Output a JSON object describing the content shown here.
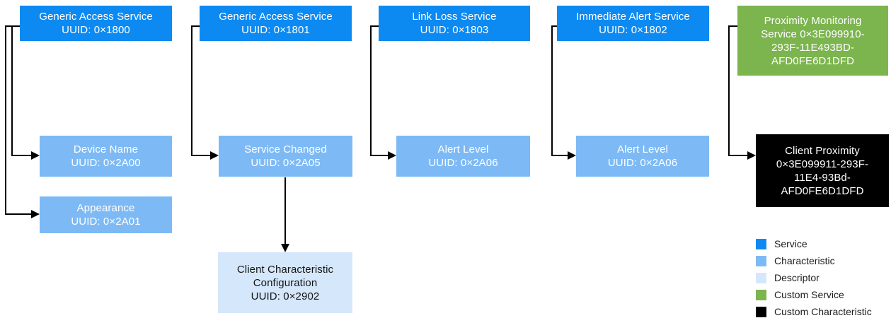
{
  "palette": {
    "service": "#0d8af2",
    "characteristic": "#7dbaf5",
    "descriptor": "#d5e7fb",
    "custom_service": "#7cb44e",
    "custom_characteristic": "#000000",
    "connector": "#000000",
    "box_text_light": "#ffffff",
    "box_text_dark": "#141414"
  },
  "nodes": {
    "service_1800": {
      "type": "Service",
      "text": "Generic Access Service\nUUID: 0×1800"
    },
    "service_1801": {
      "type": "Service",
      "text": "Generic Access Service\nUUID: 0×1801"
    },
    "service_1803": {
      "type": "Service",
      "text": "Link Loss Service\nUUID: 0×1803"
    },
    "service_1802": {
      "type": "Service",
      "text": "Immediate Alert Service\nUUID: 0×1802"
    },
    "custom_service_proximity": {
      "type": "Custom Service",
      "text": "Proximity Monitoring\nService 0×3E099910-\n293F-11E493BD-\nAFD0FE6D1DFD"
    },
    "char_device_name": {
      "type": "Characteristic",
      "text": "Device Name\nUUID: 0×2A00"
    },
    "char_appearance": {
      "type": "Characteristic",
      "text": "Appearance\nUUID: 0×2A01"
    },
    "char_service_changed": {
      "type": "Characteristic",
      "text": "Service Changed\nUUID: 0×2A05"
    },
    "char_alert_level_link_loss": {
      "type": "Characteristic",
      "text": "Alert Level\nUUID: 0×2A06"
    },
    "char_alert_level_immediate": {
      "type": "Characteristic",
      "text": "Alert Level\nUUID: 0×2A06"
    },
    "custom_char_client_proximity": {
      "type": "Custom Characteristic",
      "text": "Client Proximity\n0×3E099911-293F-\n11E4-93Bd-\nAFD0FE6D1DFD"
    },
    "descriptor_cccd": {
      "type": "Descriptor",
      "text": "Client Characteristic\nConfiguration\nUUID: 0×2902"
    }
  },
  "legend": {
    "items": [
      {
        "label": "Service",
        "color": "#0d8af2"
      },
      {
        "label": "Characteristic",
        "color": "#7dbaf5"
      },
      {
        "label": "Descriptor",
        "color": "#d5e7fb"
      },
      {
        "label": "Custom Service",
        "color": "#7cb44e"
      },
      {
        "label": "Custom Characteristic",
        "color": "#000000"
      }
    ]
  }
}
